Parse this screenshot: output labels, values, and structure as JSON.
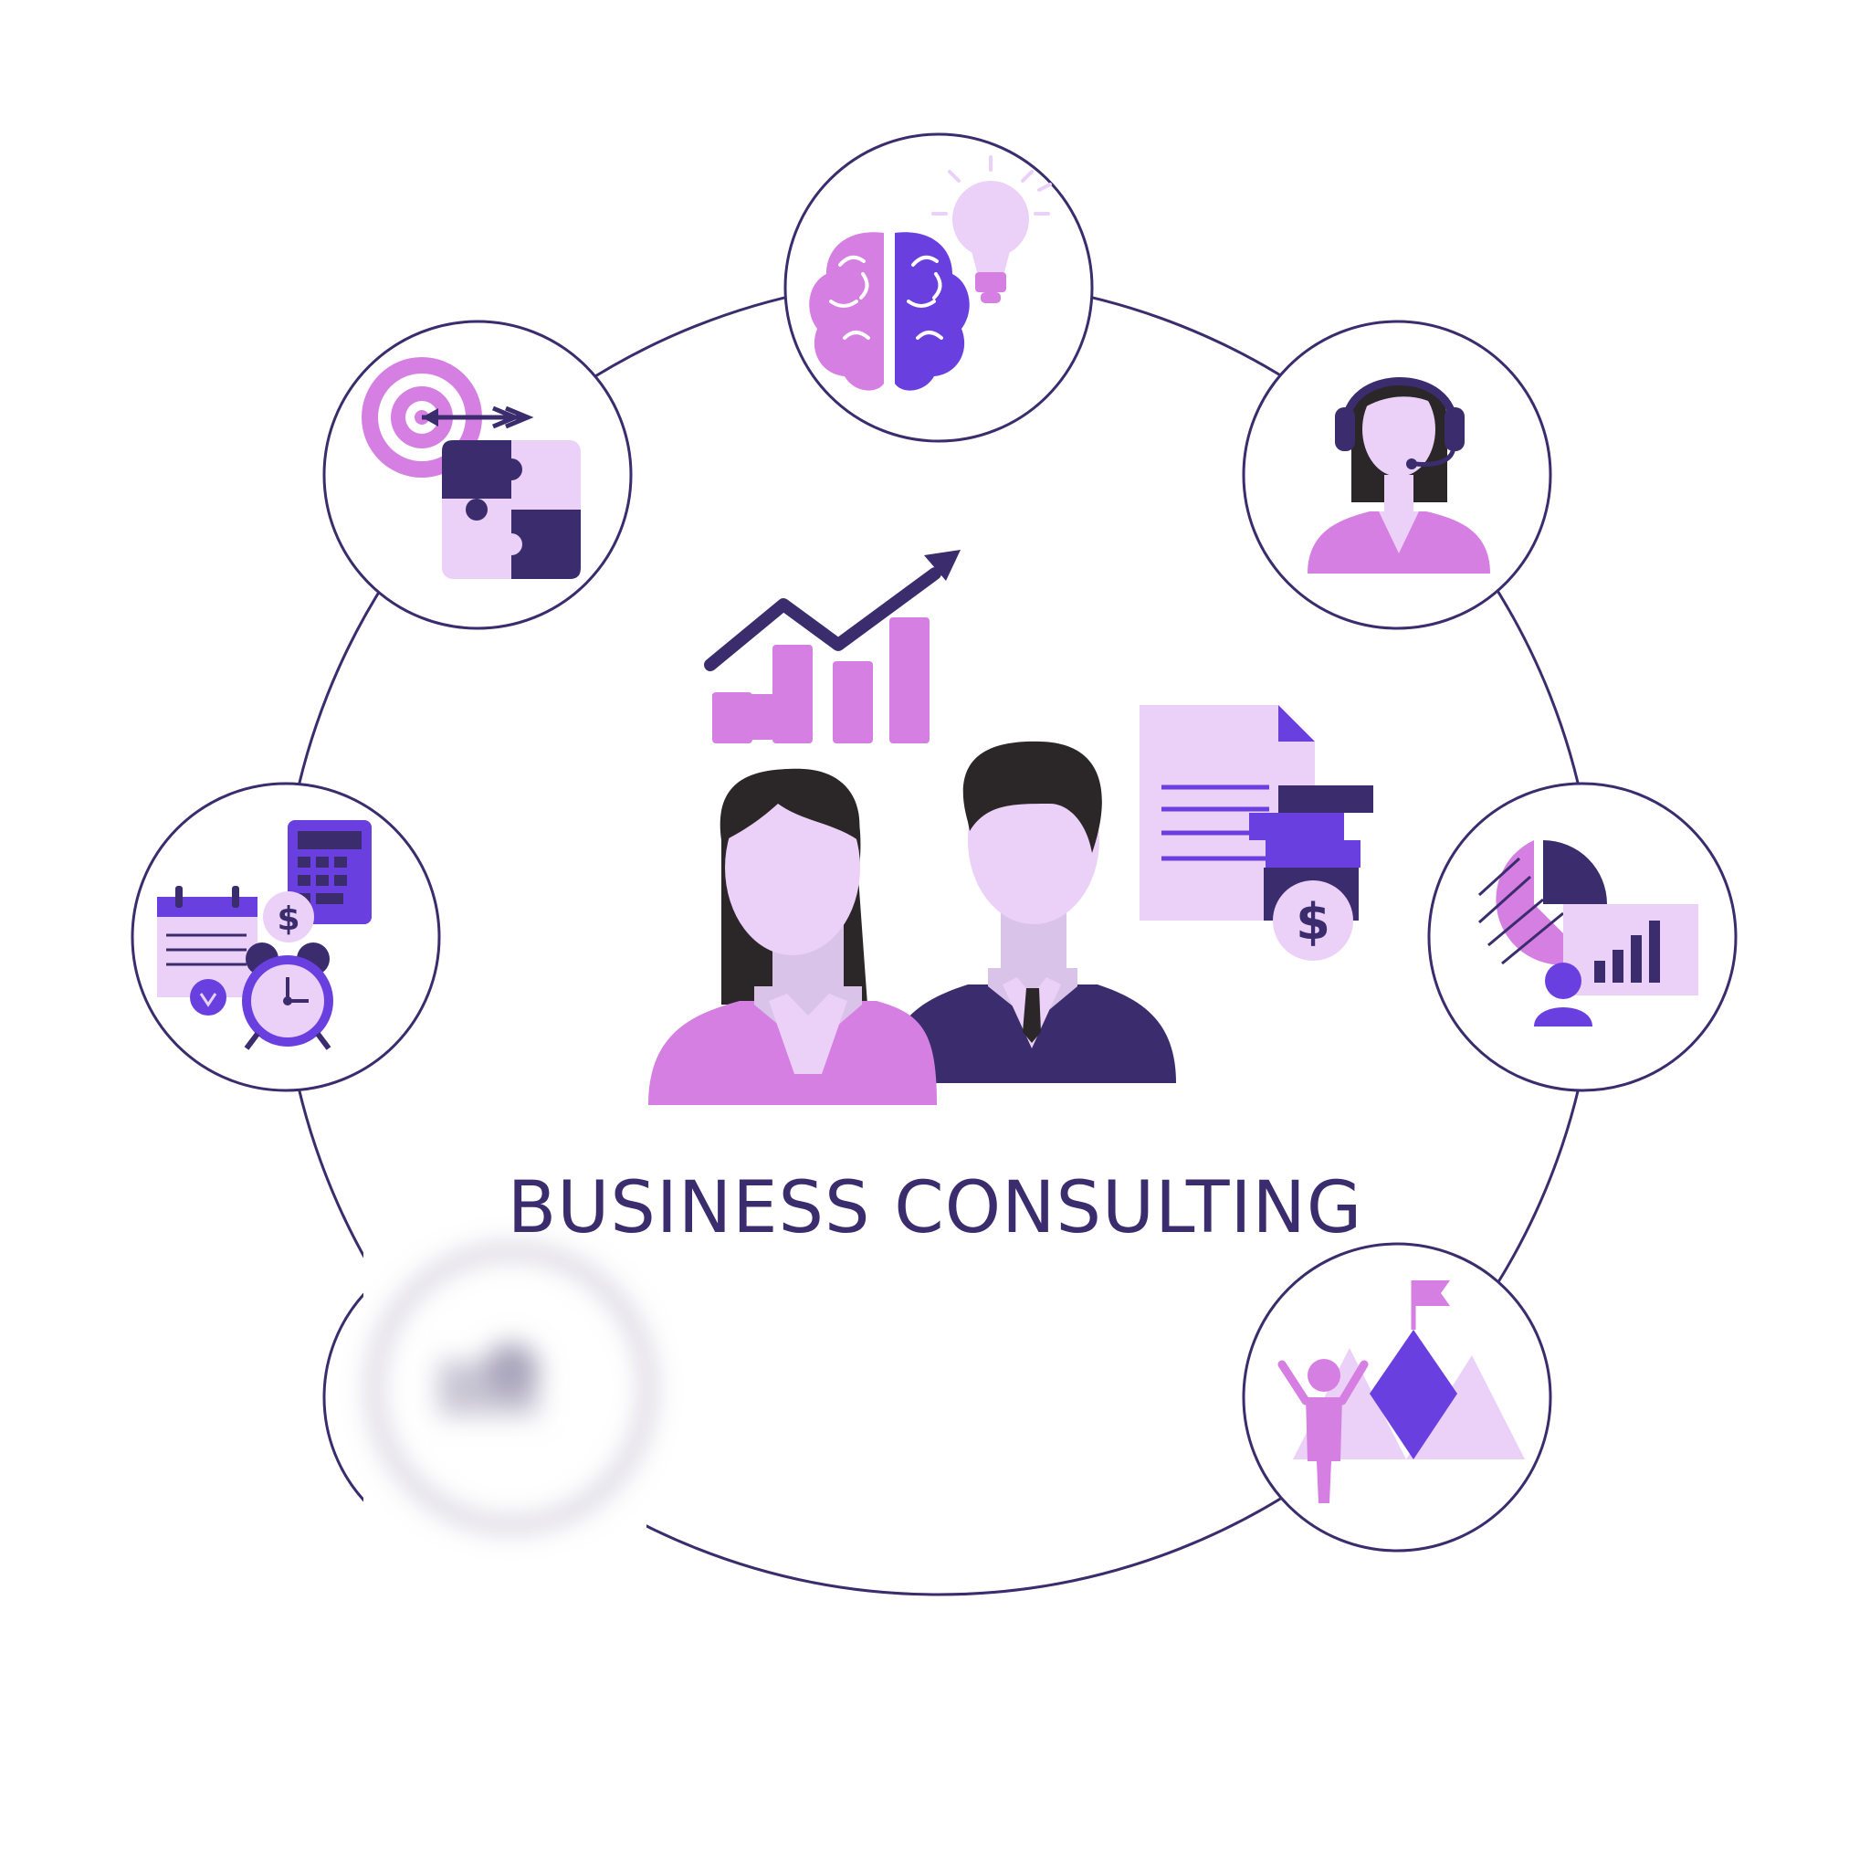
{
  "title": "BUSINESS CONSULTING",
  "colors": {
    "navy": "#3b2c6e",
    "violet": "#6a3fe0",
    "pink": "#d57fe2",
    "lavender": "#ebd0f7",
    "hair": "#2b2729",
    "ring_stroke": "#3b2c6e"
  },
  "nodes": [
    {
      "id": "brain-lightbulb",
      "icon": "brain-lightbulb-icon"
    },
    {
      "id": "support-agent",
      "icon": "headset-agent-icon"
    },
    {
      "id": "analytics-presentation",
      "icon": "pie-chart-presentation-icon"
    },
    {
      "id": "success-goal",
      "icon": "mountain-flag-icon"
    },
    {
      "id": "blurred",
      "icon": "blurred-icon"
    },
    {
      "id": "budget-time",
      "icon": "calendar-calculator-clock-icon"
    },
    {
      "id": "target-puzzle",
      "icon": "target-puzzle-icon"
    }
  ],
  "center": {
    "icons": [
      "growth-chart-icon",
      "businesswoman-icon",
      "businessman-icon",
      "financial-document-icon"
    ],
    "currency_symbol": "$"
  }
}
